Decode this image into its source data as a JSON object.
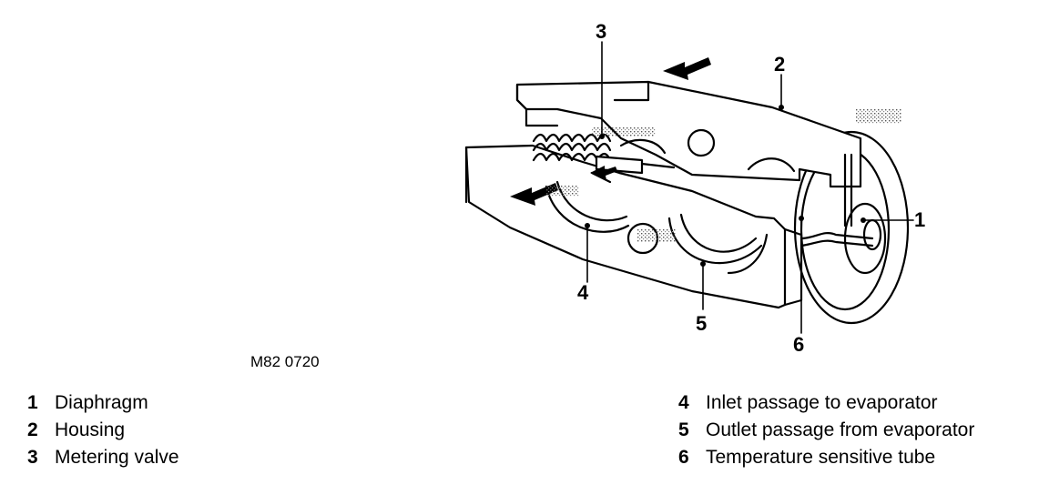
{
  "figure_code": "M82 0720",
  "callouts": [
    "1",
    "2",
    "3",
    "4",
    "5",
    "6"
  ],
  "legend": [
    {
      "num": "1",
      "label": "Diaphragm"
    },
    {
      "num": "2",
      "label": "Housing"
    },
    {
      "num": "3",
      "label": "Metering valve"
    },
    {
      "num": "4",
      "label": "Inlet passage to evaporator"
    },
    {
      "num": "5",
      "label": "Outlet passage from evaporator"
    },
    {
      "num": "6",
      "label": "Temperature sensitive tube"
    }
  ]
}
